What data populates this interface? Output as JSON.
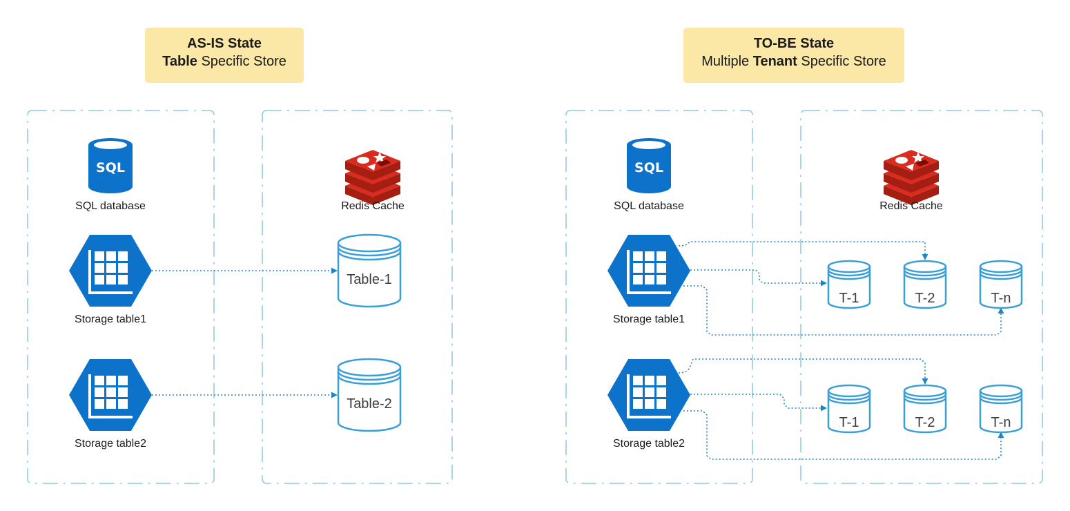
{
  "as_is": {
    "title": "AS-IS State",
    "subtitle_bold": "Table",
    "subtitle_rest": " Specific Store",
    "sql_label": "SQL database",
    "redis_label": "Redis Cache",
    "storage1_label": "Storage table1",
    "storage2_label": "Storage table2",
    "cache1_label": "Table-1",
    "cache2_label": "Table-2"
  },
  "to_be": {
    "title": "TO-BE State",
    "subtitle_pre": "Multiple ",
    "subtitle_bold": "Tenant",
    "subtitle_rest": " Specific Store",
    "sql_label": "SQL database",
    "redis_label": "Redis Cache",
    "storage1_label": "Storage table1",
    "storage2_label": "Storage table2",
    "row1_caches": [
      "T-1",
      "T-2",
      "T-n"
    ],
    "row2_caches": [
      "T-1",
      "T-2",
      "T-n"
    ]
  },
  "icons": {
    "sql": "sql-database-icon",
    "redis": "redis-cache-icon",
    "storage": "storage-table-icon",
    "cache": "cache-cylinder-icon"
  },
  "colors": {
    "azure_blue": "#0d72c9",
    "redis_red": "#c6302b",
    "cylinder_stroke": "#3a9fd8",
    "connector": "#1b86c6",
    "container_dash": "#8cc7e4",
    "title_bg": "#fbe8a6"
  }
}
